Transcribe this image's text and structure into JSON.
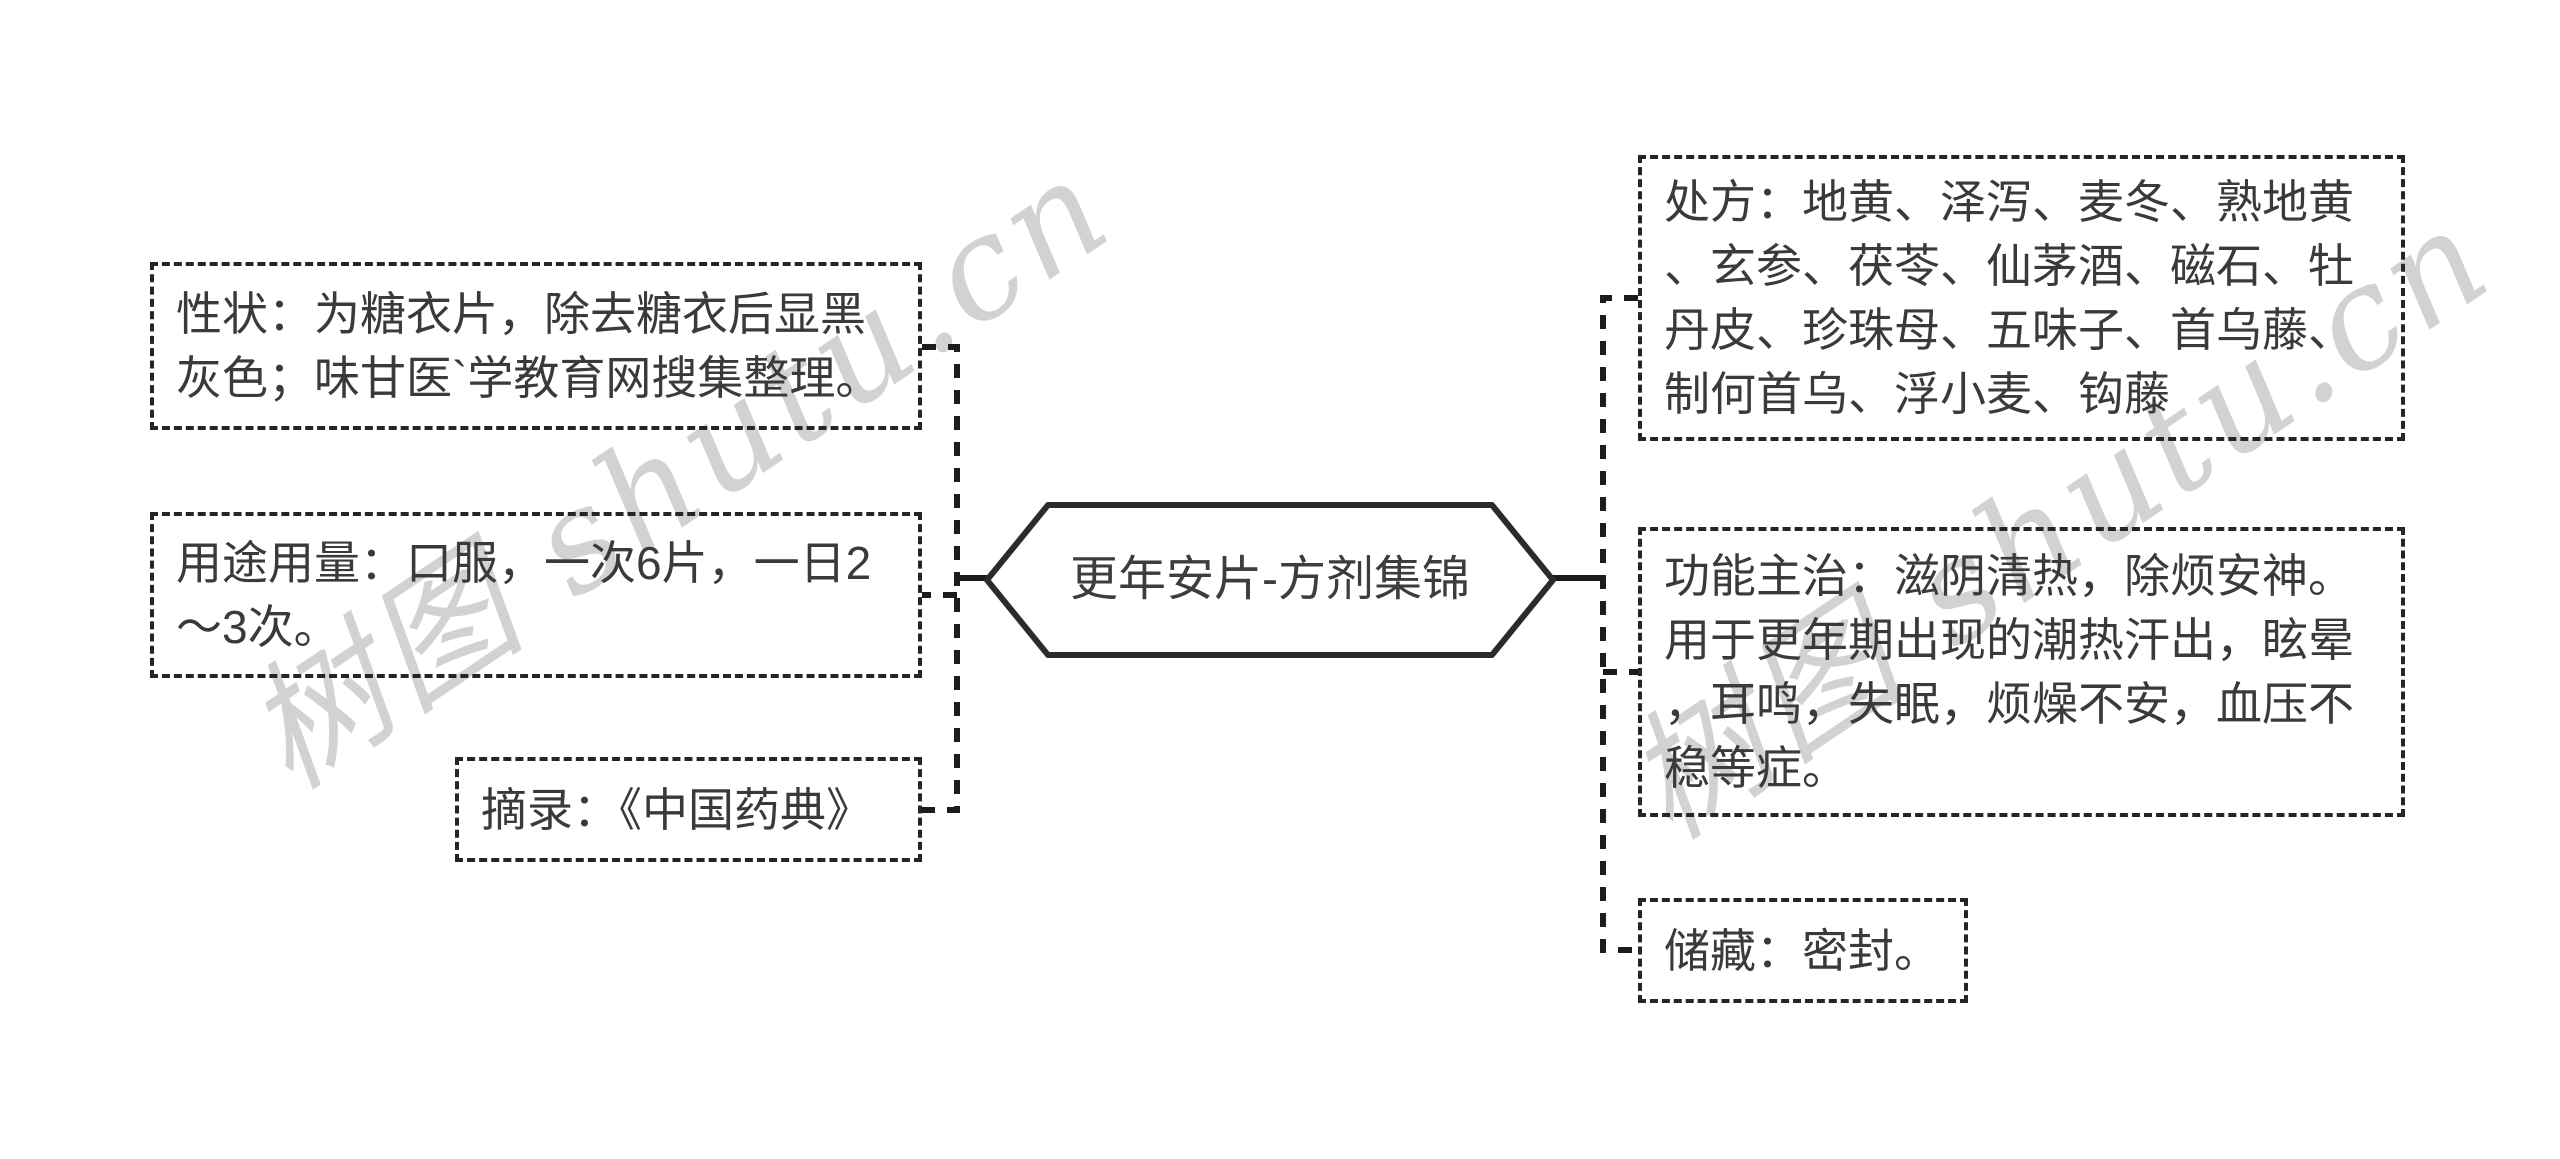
{
  "central": {
    "title": "更年安片-方剂集锦"
  },
  "left_nodes": [
    {
      "name": "xingzhuang",
      "text": "性状：为糖衣片，除去糖衣后显黑灰色；味甘医`学教育网搜集整理。"
    },
    {
      "name": "yongtu-yongliang",
      "text": "用途用量：口服，一次6片，一日2～3次。"
    },
    {
      "name": "zhailu",
      "text": "摘录：《中国药典》"
    }
  ],
  "right_nodes": [
    {
      "name": "chufang",
      "text": "处方：地黄、泽泻、麦冬、熟地黄、玄参、茯苓、仙茅酒、磁石、牡丹皮、珍珠母、五味子、首乌藤、制何首乌、浮小麦、钩藤"
    },
    {
      "name": "gongneng-zhuzhi",
      "text": "功能主治：滋阴清热，除烦安神。用于更年期出现的潮热汗出，眩晕，耳鸣，失眠，烦燥不安，血压不稳等症。"
    },
    {
      "name": "chucang",
      "text": "储藏：密封。"
    }
  ],
  "watermark": {
    "text": "树图 shutu.cn",
    "color": "#d2d2d2"
  },
  "colors": {
    "background": "#ffffff",
    "connector_line": "#1c1c1c",
    "node_border": "#252525",
    "topic_border": "#2b2b2b",
    "text": "#3a3a3a",
    "watermark": "#d2d2d2"
  }
}
